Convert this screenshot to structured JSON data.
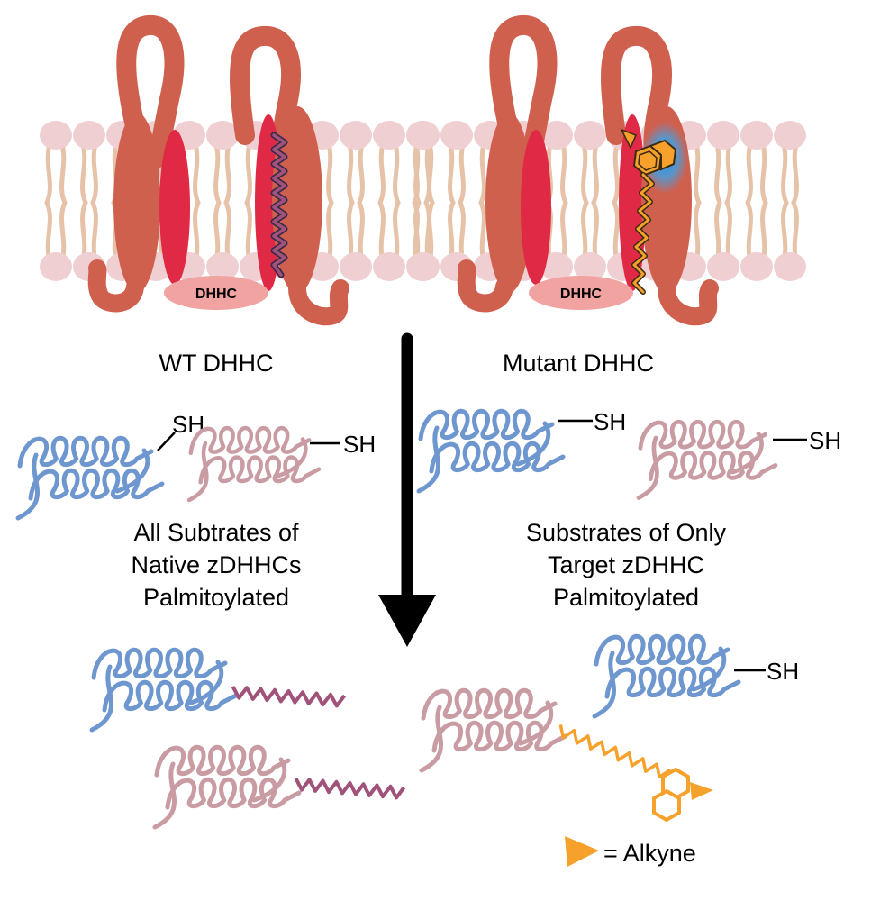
{
  "colors": {
    "membrane_head": "#F0CFD3",
    "lipid_tail": "#E6C3A8",
    "protein_body": "#D0604E",
    "helix_red": "#E02A45",
    "dhhc_disc": "#F0A3A0",
    "blue_protein": "#6F97CF",
    "pink_protein": "#C99BA3",
    "palmitate": "#A0527A",
    "alkyne_probe": "#F5A12B",
    "glow": "#35A6F0",
    "arrow": "#000000"
  },
  "membranes": {
    "left": {
      "enzyme_label": "DHHC",
      "caption": "WT DHHC"
    },
    "right": {
      "enzyme_label": "DHHC",
      "caption": "Mutant DHHC"
    }
  },
  "substrates": {
    "thiol_label": "SH",
    "left_caption": [
      "All Subtrates of",
      "Native zDHHCs",
      "Palmitoylated"
    ],
    "right_caption": [
      "Substrates of Only",
      "Target zDHHC",
      "Palmitoylated"
    ]
  },
  "legend": {
    "text": "= Alkyne",
    "icon": "triangle-icon"
  }
}
